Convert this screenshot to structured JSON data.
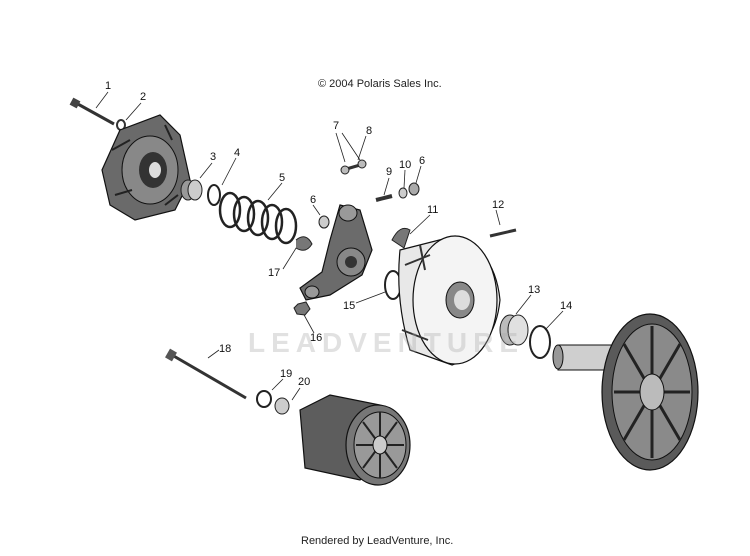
{
  "copyright": "© 2004 Polaris Sales Inc.",
  "footer": "Rendered by LeadVenture, Inc.",
  "watermark": "LEADVENTURE",
  "callouts": [
    {
      "id": "c1",
      "label": "1"
    },
    {
      "id": "c2",
      "label": "2"
    },
    {
      "id": "c3",
      "label": "3"
    },
    {
      "id": "c4",
      "label": "4"
    },
    {
      "id": "c5",
      "label": "5"
    },
    {
      "id": "c6a",
      "label": "6"
    },
    {
      "id": "c6b",
      "label": "6"
    },
    {
      "id": "c7",
      "label": "7"
    },
    {
      "id": "c8",
      "label": "8"
    },
    {
      "id": "c9",
      "label": "9"
    },
    {
      "id": "c10",
      "label": "10"
    },
    {
      "id": "c11",
      "label": "11"
    },
    {
      "id": "c12",
      "label": "12"
    },
    {
      "id": "c13",
      "label": "13"
    },
    {
      "id": "c14",
      "label": "14"
    },
    {
      "id": "c15",
      "label": "15"
    },
    {
      "id": "c16",
      "label": "16"
    },
    {
      "id": "c17",
      "label": "17"
    },
    {
      "id": "c18",
      "label": "18"
    },
    {
      "id": "c19",
      "label": "19"
    },
    {
      "id": "c20",
      "label": "20"
    }
  ]
}
